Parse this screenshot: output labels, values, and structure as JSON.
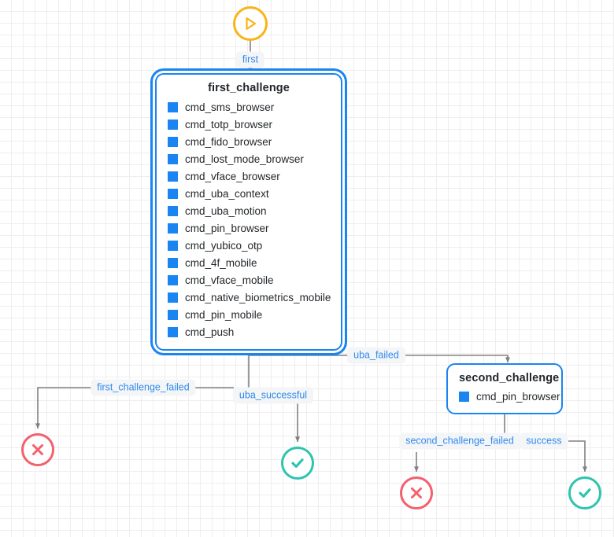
{
  "diagram": {
    "title": "authentication-policy-flow",
    "grid": true,
    "background_color": "#ffffff",
    "grid_color": "#eeeeee"
  },
  "colors": {
    "node_border": "#1a85f0",
    "chip": "#1a85f0",
    "edge_label_text": "#2f8bef",
    "edge_label_bg": "#f4f5f7",
    "edge_line": "#808080",
    "start_node": "#f9b416",
    "fail_node": "#f4606c",
    "success_node": "#2ec4b0",
    "node_title_text": "#23272b"
  },
  "nodes": {
    "start": {
      "name": "start-node",
      "icon": "play-icon",
      "color": "#f9b416"
    },
    "first_challenge": {
      "title": "first_challenge",
      "selected": true,
      "commands": [
        "cmd_sms_browser",
        "cmd_totp_browser",
        "cmd_fido_browser",
        "cmd_lost_mode_browser",
        "cmd_vface_browser",
        "cmd_uba_context",
        "cmd_uba_motion",
        "cmd_pin_browser",
        "cmd_yubico_otp",
        "cmd_4f_mobile",
        "cmd_vface_mobile",
        "cmd_native_biometrics_mobile",
        "cmd_pin_mobile",
        "cmd_push"
      ]
    },
    "second_challenge": {
      "title": "second_challenge",
      "selected": false,
      "commands": [
        "cmd_pin_browser"
      ]
    },
    "end_fail_left": {
      "icon": "circle-x-icon",
      "color": "#f4606c"
    },
    "end_success_mid": {
      "icon": "circle-check-icon",
      "color": "#2ec4b0"
    },
    "end_fail_right": {
      "icon": "circle-x-icon",
      "color": "#f4606c"
    },
    "end_success_right": {
      "icon": "circle-check-icon",
      "color": "#2ec4b0"
    }
  },
  "edges": [
    {
      "id": "first",
      "label": "first",
      "from": "start",
      "to": "first_challenge"
    },
    {
      "id": "first_challenge_failed",
      "label": "first_challenge_failed",
      "from": "first_challenge",
      "to": "end_fail_left"
    },
    {
      "id": "uba_successful",
      "label": "uba_successful",
      "from": "first_challenge",
      "to": "end_success_mid"
    },
    {
      "id": "uba_failed",
      "label": "uba_failed",
      "from": "first_challenge",
      "to": "second_challenge"
    },
    {
      "id": "second_challenge_failed",
      "label": "second_challenge_failed",
      "from": "second_challenge",
      "to": "end_fail_right"
    },
    {
      "id": "success",
      "label": "success",
      "from": "second_challenge",
      "to": "end_success_right"
    }
  ]
}
